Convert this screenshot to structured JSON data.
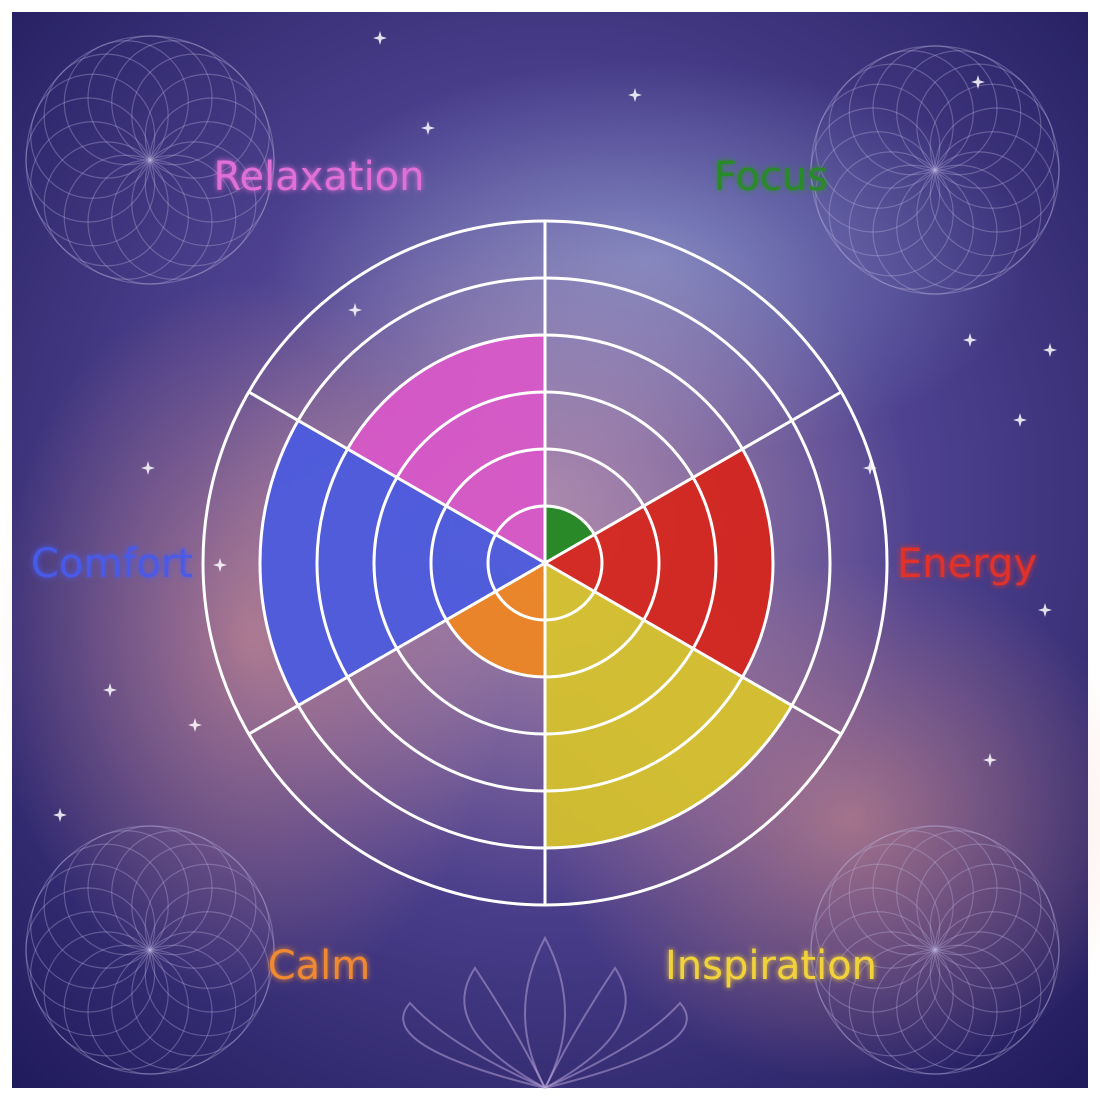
{
  "chart_data": {
    "type": "polar-area",
    "categories": [
      "Relaxation",
      "Focus",
      "Energy",
      "Inspiration",
      "Calm",
      "Comfort"
    ],
    "values": [
      4,
      1,
      4,
      5,
      2,
      5
    ],
    "rings": 6,
    "rmax": 6,
    "colors": {
      "Relaxation": "#d957c9",
      "Focus": "#1e8a1e",
      "Energy": "#d7241a",
      "Inspiration": "#d8c42a",
      "Calm": "#f0861f",
      "Comfort": "#4a5ae0"
    },
    "label_colors": {
      "Relaxation": "#e070d8",
      "Focus": "#2a8a2a",
      "Energy": "#e0332a",
      "Inspiration": "#f2d23a",
      "Calm": "#f08a30",
      "Comfort": "#4a5ae8"
    },
    "grid": true
  }
}
